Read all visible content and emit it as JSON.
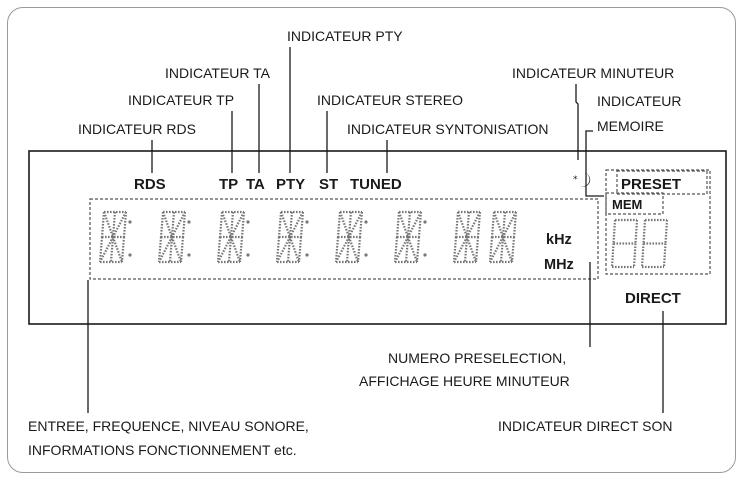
{
  "callouts": {
    "pty": "INDICATEUR PTY",
    "ta": "INDICATEUR TA",
    "tp": "INDICATEUR TP",
    "rds": "INDICATEUR RDS",
    "stereo": "INDICATEUR STEREO",
    "tuning": "INDICATEUR SYNTONISATION",
    "timer": "INDICATEUR MINUTEUR",
    "memory_1": "INDICATEUR",
    "memory_2": "MEMOIRE",
    "preset_1": "NUMERO PRESELECTION,",
    "preset_2": "AFFICHAGE HEURE MINUTEUR",
    "main_1": "ENTREE, FREQUENCE, NIVEAU SONORE,",
    "main_2": "INFORMATIONS FONCTIONNEMENT etc.",
    "direct": "INDICATEUR DIRECT SON"
  },
  "display": {
    "rds": "RDS",
    "tp": "TP",
    "ta": "TA",
    "pty": "PTY",
    "st": "ST",
    "tuned": "TUNED",
    "preset": "PRESET",
    "mem": "MEM",
    "direct": "DIRECT",
    "khz": "kHz",
    "mhz": "MHz"
  },
  "icons": {
    "timer": "timer-moon-icon"
  },
  "colors": {
    "ink": "#1a1a1a",
    "frame": "#9a9a9a",
    "segment": "#777777"
  }
}
